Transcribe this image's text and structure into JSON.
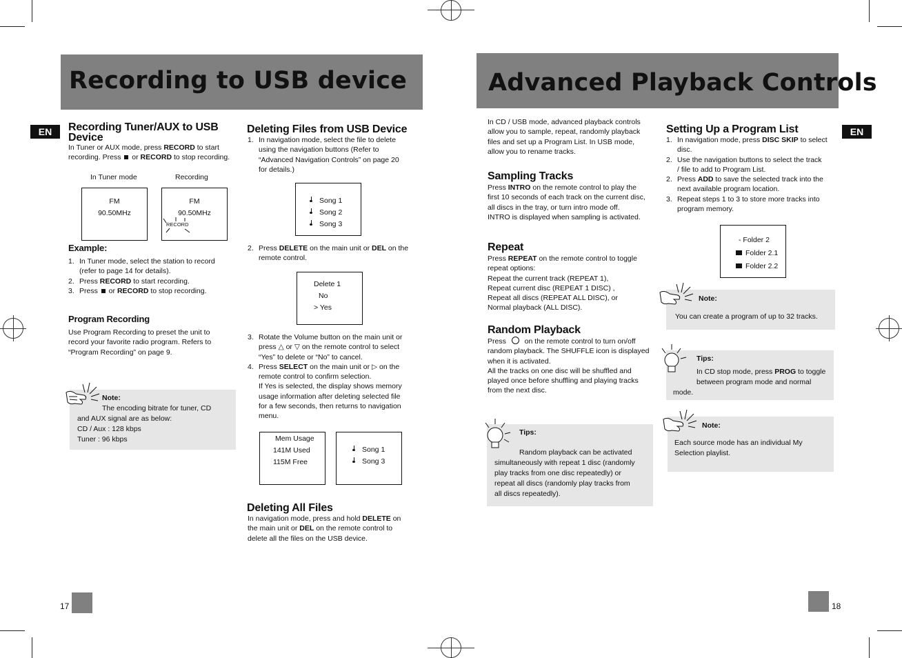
{
  "left_page": {
    "title": "Recording to USB device",
    "lang_tab": "EN",
    "page_number": "17",
    "rec_section": {
      "heading_line1": "Recording Tuner/AUX to USB",
      "heading_line2": "Device",
      "intro_a": "In Tuner or AUX mode, press ",
      "intro_b": "RECORD",
      "intro_c": " to start",
      "intro_d": "recording. Press ",
      "intro_e": " or ",
      "intro_f": "RECORD",
      "intro_g": " to stop recording.",
      "label_tuner": "In Tuner mode",
      "label_recording": "Recording",
      "display1_line1": "FM",
      "display1_line2": "90.50MHz",
      "display2_line1": "FM",
      "display2_line2": "90.50MHz",
      "display2_record": "RECORD"
    },
    "example": {
      "heading": "Example:",
      "s1_n": "1.",
      "s1": "In Tuner mode, select the station to record",
      "s1b": "(refer to page 14 for details).",
      "s2_n": "2.",
      "s2a": "Press ",
      "s2b": "RECORD",
      "s2c": " to start recording.",
      "s3_n": "3.",
      "s3a": "Press ",
      "s3b": " or ",
      "s3c": "RECORD",
      "s3d": " to stop recording."
    },
    "program_recording": {
      "heading": "Program Recording",
      "l1": "Use Program Recording to preset the unit to",
      "l2": "record your favorite radio program. Refers to",
      "l3": "“Program Recording” on page 9."
    },
    "note": {
      "label": "Note:",
      "l1": "The encoding bitrate for tuner, CD",
      "l2": "and AUX signal are as below:",
      "l3": "CD / Aux : 128 kbps",
      "l4": "Tuner : 96 kbps"
    },
    "delete_files": {
      "heading": "Deleting Files from USB Device",
      "s1_n": "1.",
      "s1_l1": "In navigation mode, select the file to delete",
      "s1_l2": "using the navigation buttons (Refer to",
      "s1_l3": "“Advanced Navigation Controls” on page 20",
      "s1_l4": "for details.)",
      "songs": [
        "Song 1",
        "Song 2",
        "Song 3"
      ],
      "s2_n": "2.",
      "s2_a": "Press ",
      "s2_b": "DELETE",
      "s2_c": " on the main unit or ",
      "s2_d": "DEL",
      "s2_e": " on the",
      "s2_l2": "remote control.",
      "del_l1": "Delete 1",
      "del_l2": "No",
      "del_l3": "> Yes",
      "s3_n": "3.",
      "s3_l1": "Rotate the Volume button on the main unit or",
      "s3_l2a": "press ",
      "s3_l2b": " or ",
      "s3_l2c": " on the remote control to select",
      "s3_l3": "“Yes” to delete or “No” to cancel.",
      "s4_n": "4.",
      "s4_l1a": "Press ",
      "s4_l1b": "SELECT",
      "s4_l1c": " on the main unit or ",
      "s4_l1d": " on the",
      "s4_l2": "remote control to confirm selection.",
      "s4_l3": "If Yes is selected, the display shows memory",
      "s4_l4": "usage information after deleting selected file",
      "s4_l5": "for a few seconds, then returns to navigation",
      "s4_l6": "menu.",
      "mem_l1": "Mem Usage",
      "mem_l2": "141M Used",
      "mem_l3": "115M Free",
      "songs_after": [
        "Song 1",
        "Song 3"
      ]
    },
    "delete_all": {
      "heading": "Deleting All Files",
      "l1a": "In navigation mode, press and hold ",
      "l1b": "DELETE",
      "l1c": " on",
      "l2a": "the main unit or ",
      "l2b": "DEL",
      "l2c": " on the remote control to",
      "l3": "delete all the files on the USB device."
    }
  },
  "right_page": {
    "title": "Advanced Playback Controls",
    "lang_tab": "EN",
    "page_number": "18",
    "intro": {
      "l1": "In CD / USB mode, advanced playback controls",
      "l2": "allow you to sample, repeat, randomly playback",
      "l3": "files and set up a Program List. In USB mode,",
      "l4": "allow you to rename tracks."
    },
    "sampling": {
      "heading": "Sampling Tracks",
      "l1a": "Press ",
      "l1b": "INTRO",
      "l1c": " on the remote control to play the",
      "l2": "first 10 seconds of each track on the current disc,",
      "l3": "all discs in the tray, or turn intro mode off.",
      "l4": "INTRO is displayed when sampling is activated."
    },
    "repeat": {
      "heading": "Repeat",
      "l1a": "Press ",
      "l1b": "REPEAT",
      "l1c": " on the remote control to toggle",
      "l2": "repeat options:",
      "l3": "Repeat the current track (REPEAT 1),",
      "l4": "Repeat current disc (REPEAT 1 DISC) ,",
      "l5": "Repeat all discs (REPEAT ALL DISC), or",
      "l6": "Normal playback (ALL DISC)."
    },
    "random": {
      "heading": "Random Playback",
      "l1a": "Press ",
      "l1b": " on the remote control to turn on/off",
      "l2": "random playback. The SHUFFLE icon is displayed",
      "l3": "when it is activated.",
      "l4": "All the tracks on one disc will be shuffled and",
      "l5": "played once before shuffling and playing tracks",
      "l6": "from the next disc."
    },
    "tips_random": {
      "label": "Tips:",
      "l1": "Random playback can be activated",
      "l2": "simultaneously with repeat 1 disc (randomly",
      "l3": "play tracks from one disc repeatedly) or",
      "l4": "repeat all discs (randomly play tracks from",
      "l5": "all discs repeatedly)."
    },
    "program_list": {
      "heading": "Setting Up a Program List",
      "s1_n": "1.",
      "s1a": "In navigation mode, press ",
      "s1b": "DISC SKIP",
      "s1c": " to select",
      "s1_l2": "disc.",
      "s2_n": "2.",
      "s2_l1": "Use the navigation buttons to select the track",
      "s2_l2": "/ file to add to Program List.",
      "s3_n": "2.",
      "s3a": "Press ",
      "s3b": "ADD",
      "s3c": " to save the selected track into the",
      "s3_l2": "next available program location.",
      "s4_n": "3.",
      "s4_l1": "Repeat steps 1 to 3 to store more tracks into",
      "s4_l2": "program memory.",
      "folder_l1": "- Folder 2",
      "folder_l2": "Folder 2.1",
      "folder_l3": "Folder 2.2"
    },
    "note1": {
      "label": "Note:",
      "l1": "You can create a program of up to 32 tracks."
    },
    "tips2": {
      "label": "Tips:",
      "l1a": "In CD stop mode, press ",
      "l1b": "PROG",
      "l1c": " to toggle",
      "l2": "between program mode and normal",
      "l3": "mode."
    },
    "note2": {
      "label": "Note:",
      "l1": "Each source mode has an individual My",
      "l2": "Selection playlist."
    }
  }
}
